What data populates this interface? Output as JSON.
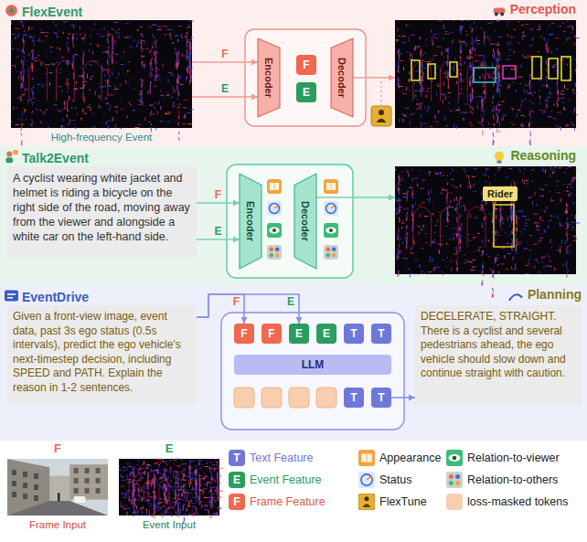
{
  "diagram": {
    "nodes": [
      {
        "text": [
          "FlexEvent"
        ]
      },
      {
        "text": [
          "High-frequency Event"
        ],
        "in": 0
      },
      {
        "text": [
          "Encoder"
        ],
        "in": 0
      },
      {
        "text": [
          "F"
        ],
        "in": 0
      },
      {
        "text": [
          "E"
        ],
        "in": 0
      },
      {
        "text": [
          "Decoder"
        ],
        "in": 0
      },
      {
        "text": [
          "Perception"
        ],
        "in": 0
      },
      {
        "text": [
          "Talk2Event"
        ]
      },
      {
        "text": [
          "A cyclist wearing white jacket and helmet is riding a bicycle on the right side of the road, moving away from the viewer and alongside a white car on the left-hand side."
        ],
        "in": 7
      },
      {
        "text": [
          "Encoder"
        ],
        "in": 7
      },
      {
        "text": [
          "Decoder"
        ],
        "in": 7
      },
      {
        "text": [
          "Reasoning"
        ],
        "in": 7
      },
      {
        "text": [
          "Rider"
        ],
        "in": 11
      },
      {
        "text": [
          "EventDrive"
        ]
      },
      {
        "text": [
          "Given a front-view image, event data, past 3s ego status (0.5s intervals), predict the ego vehicle's next-timestep decision, including SPEED and PATH. Explain the reason in 1-2 sentences."
        ],
        "in": 13
      },
      {
        "text": [
          "F"
        ],
        "in": 13
      },
      {
        "text": [
          "F"
        ],
        "in": 13
      },
      {
        "text": [
          "E"
        ],
        "in": 13
      },
      {
        "text": [
          "E"
        ],
        "in": 13
      },
      {
        "text": [
          "T"
        ],
        "in": 13
      },
      {
        "text": [
          "T"
        ],
        "in": 13
      },
      {
        "text": [
          "LLM"
        ],
        "in": 13
      },
      {
        "text": [
          "T"
        ],
        "in": 13
      },
      {
        "text": [
          "T"
        ],
        "in": 13
      },
      {
        "text": [
          "Planning",
          "DECELERATE, STRAIGHT. There is a cyclist and several pedestrians ahead, the ego vehicle should slow down and continue straight with caution."
        ],
        "in": 13
      },
      {
        "text": [
          "F",
          "Frame Input"
        ]
      },
      {
        "text": [
          "E",
          "Event Input"
        ]
      }
    ],
    "edges": [
      {
        "from": 1,
        "to": 2,
        "label": "F",
        "arrow": "to"
      },
      {
        "from": 1,
        "to": 2,
        "label": "E",
        "arrow": "to"
      },
      {
        "from": 5,
        "to": 6,
        "arrow": "to"
      },
      {
        "from": 8,
        "to": 9,
        "label": "F",
        "arrow": "to"
      },
      {
        "from": 8,
        "to": 9,
        "label": "E",
        "arrow": "to"
      },
      {
        "from": 10,
        "to": 11,
        "arrow": "to"
      },
      {
        "from": 14,
        "to": 15,
        "label": "F",
        "arrow": "to"
      },
      {
        "from": 14,
        "to": 17,
        "label": "E",
        "arrow": "to"
      },
      {
        "from": 23,
        "to": 24,
        "arrow": "to"
      }
    ],
    "labels": [
      "T",
      "E",
      "F"
    ],
    "legend": [
      {
        "text": "Text Feature",
        "color": "#6f77d9"
      },
      {
        "text": "Appearance"
      },
      {
        "text": "Relation-to-viewer"
      },
      {
        "text": "Event Feature",
        "color": "#2a9d5f"
      },
      {
        "text": "Status"
      },
      {
        "text": "Relation-to-others"
      },
      {
        "text": "Frame Feature",
        "color": "#f0684f"
      },
      {
        "text": "FlexTune"
      },
      {
        "text": "loss-masked tokens",
        "color": "#f8cfae"
      }
    ]
  }
}
